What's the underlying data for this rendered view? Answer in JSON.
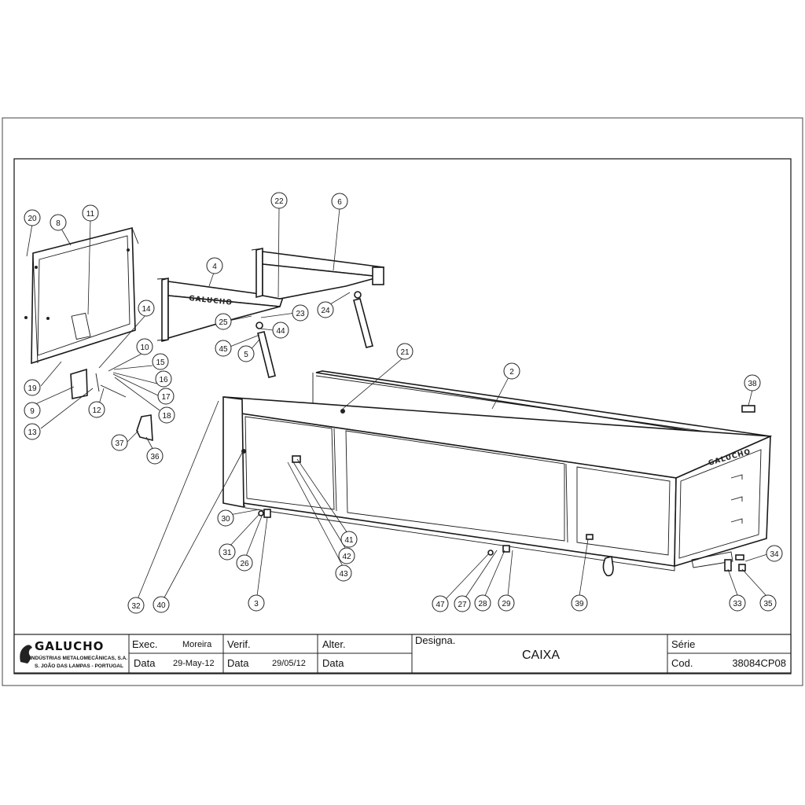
{
  "drawing": {
    "brand_on_parts": "GALUCHO",
    "callouts": [
      "2",
      "3",
      "4",
      "5",
      "6",
      "8",
      "9",
      "10",
      "11",
      "12",
      "13",
      "14",
      "15",
      "16",
      "17",
      "18",
      "19",
      "20",
      "21",
      "22",
      "23",
      "24",
      "25",
      "26",
      "27",
      "28",
      "29",
      "30",
      "31",
      "32",
      "33",
      "34",
      "35",
      "36",
      "37",
      "38",
      "39",
      "40",
      "41",
      "42",
      "43",
      "44",
      "45",
      "47"
    ]
  },
  "title_block": {
    "logo_text": "GALUCHO",
    "company_line1": "INDÚSTRIAS METALOMECÂNICAS, S.A.",
    "company_line2": "S. JOÃO DAS LAMPAS - PORTUGAL",
    "exec_label": "Exec.",
    "exec_value": "Moreira",
    "exec_date_label": "Data",
    "exec_date_value": "29-May-12",
    "verif_label": "Verif.",
    "verif_date_label": "Data",
    "verif_date_value": "29/05/12",
    "alter_label": "Alter.",
    "alter_date_label": "Data",
    "designa_label": "Designa.",
    "designa_value": "CAIXA",
    "serie_label": "Série",
    "cod_label": "Cod.",
    "cod_value": "38084CP08"
  }
}
